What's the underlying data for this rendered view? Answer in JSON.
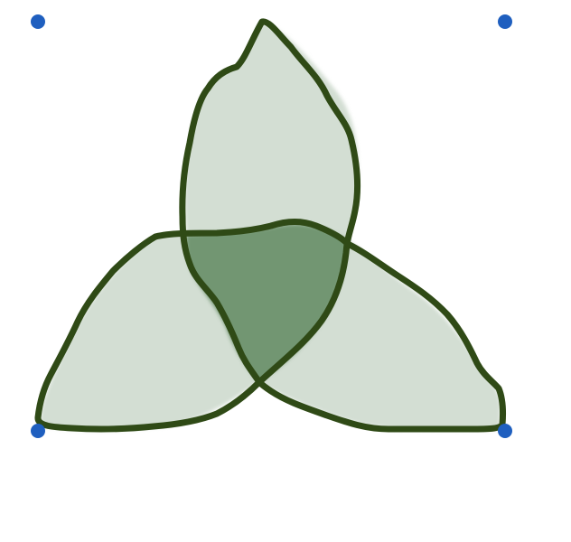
{
  "colors": {
    "background": "#ffffff",
    "lobe_fill": "#d3ded3",
    "center_fill": "#729672",
    "stroke": "#2f4a16",
    "handle": "#1f5fbf"
  },
  "selection": {
    "handle_count": 4,
    "handles": [
      "top-left",
      "top-right",
      "bottom-left",
      "bottom-right"
    ]
  },
  "shape": {
    "type": "trinity-knot",
    "lobes": [
      "top",
      "left",
      "right"
    ],
    "center_region": "overlap"
  }
}
